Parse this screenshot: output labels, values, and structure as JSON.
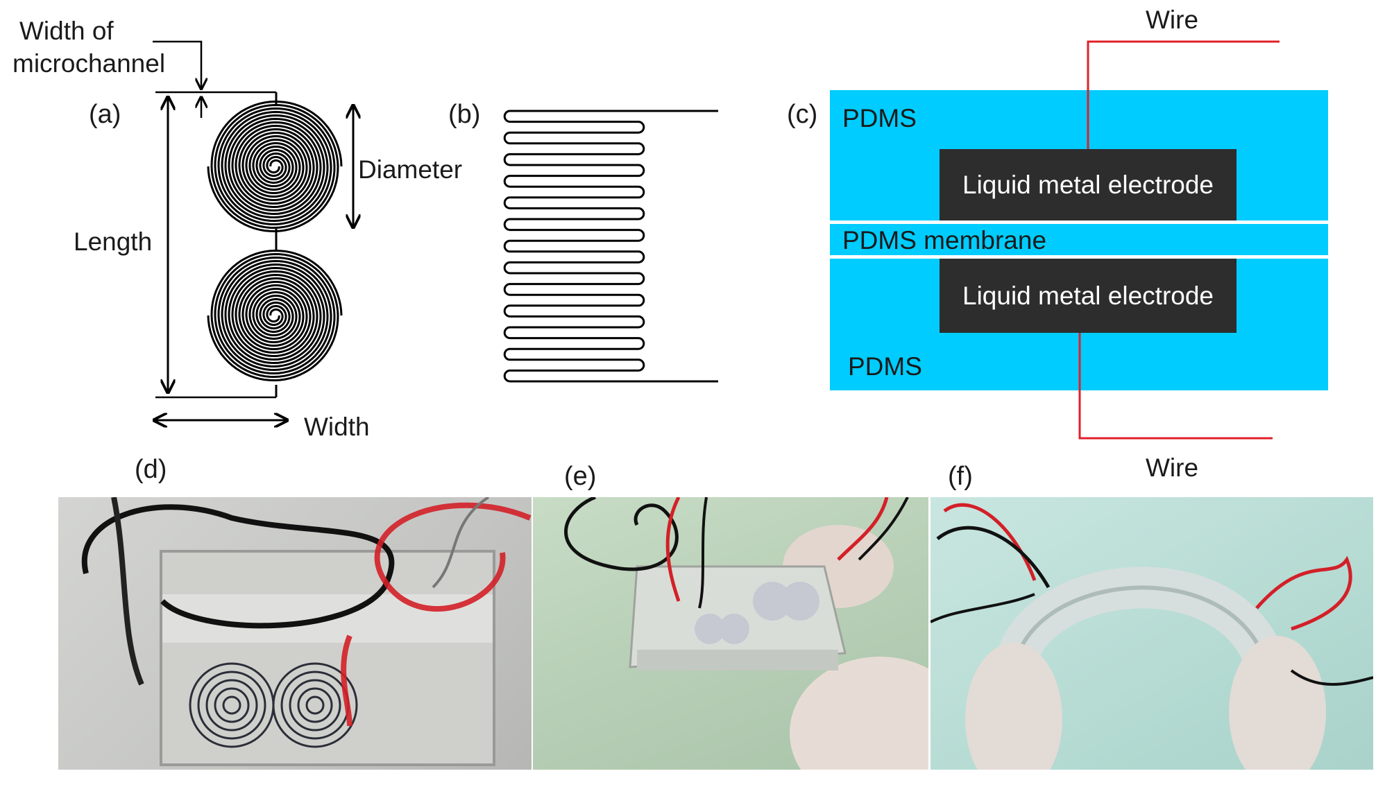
{
  "panels": {
    "a": {
      "label": "(a)",
      "width_of_microchannel_line1": "Width of",
      "width_of_microchannel_line2": "microchannel",
      "diameter": "Diameter",
      "length": "Length",
      "width": "Width"
    },
    "b": {
      "label": "(b)"
    },
    "c": {
      "label": "(c)",
      "wire_top": "Wire",
      "wire_bottom": "Wire",
      "pdms_top": "PDMS",
      "electrode_top": "Liquid metal electrode",
      "membrane": "PDMS membrane",
      "electrode_bottom": "Liquid metal electrode",
      "pdms_bottom": "PDMS"
    },
    "d": {
      "label": "(d)"
    },
    "e": {
      "label": "(e)"
    },
    "f": {
      "label": "(f)"
    }
  },
  "colors": {
    "pdms": "#00ccff",
    "electrode": "#2d2d2d",
    "wire": "#e0202a",
    "channel": "#111111"
  }
}
